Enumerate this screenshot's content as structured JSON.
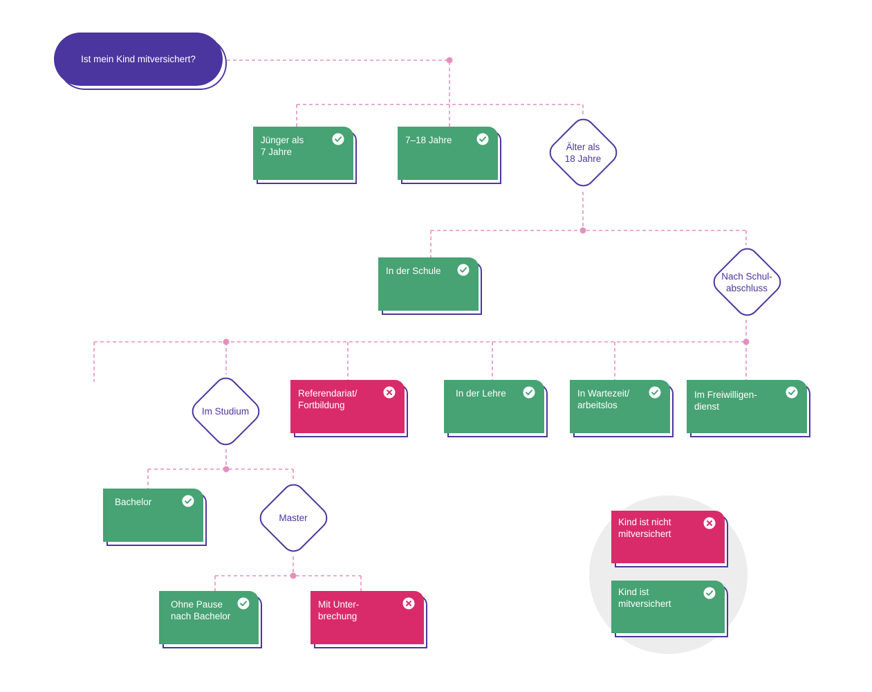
{
  "diagram": {
    "start": {
      "label": "Ist mein Kind mitversichert?"
    },
    "diamonds": {
      "aelter": "Älter als\n18 Jahre",
      "schulabschluss": "Nach Schul-\nabschluss",
      "studium": "Im Studium",
      "master": "Master"
    },
    "cards": {
      "juenger": {
        "label": "Jünger als\n7 Jahre",
        "status": "covered"
      },
      "sieben_achtzehn": {
        "label": "7–18 Jahre",
        "status": "covered"
      },
      "schule": {
        "label": "In der Schule",
        "status": "covered"
      },
      "referendariat": {
        "label": "Referendariat/\nFortbildung",
        "status": "not-covered"
      },
      "lehre": {
        "label": "In der Lehre",
        "status": "covered"
      },
      "wartezeit": {
        "label": "In Wartezeit/\narbeitslos",
        "status": "covered"
      },
      "freiwillig": {
        "label": "Im Freiwilligen-\ndienst",
        "status": "covered"
      },
      "bachelor": {
        "label": "Bachelor",
        "status": "covered"
      },
      "ohne_pause": {
        "label": "Ohne Pause\nnach Bachelor",
        "status": "covered"
      },
      "unterbrechung": {
        "label": "Mit Unter-\nbrechung",
        "status": "not-covered"
      }
    },
    "legend": {
      "not_covered": "Kind ist nicht\nmitversichert",
      "covered": "Kind ist\nmitversichert"
    }
  },
  "colors": {
    "purple": "#4b359e",
    "green": "#47a274",
    "red": "#d92b69",
    "connector": "#e58fc0",
    "legend_bg": "#ededed"
  },
  "icons": {
    "covered": "check-circle-icon",
    "not_covered": "x-circle-icon"
  }
}
